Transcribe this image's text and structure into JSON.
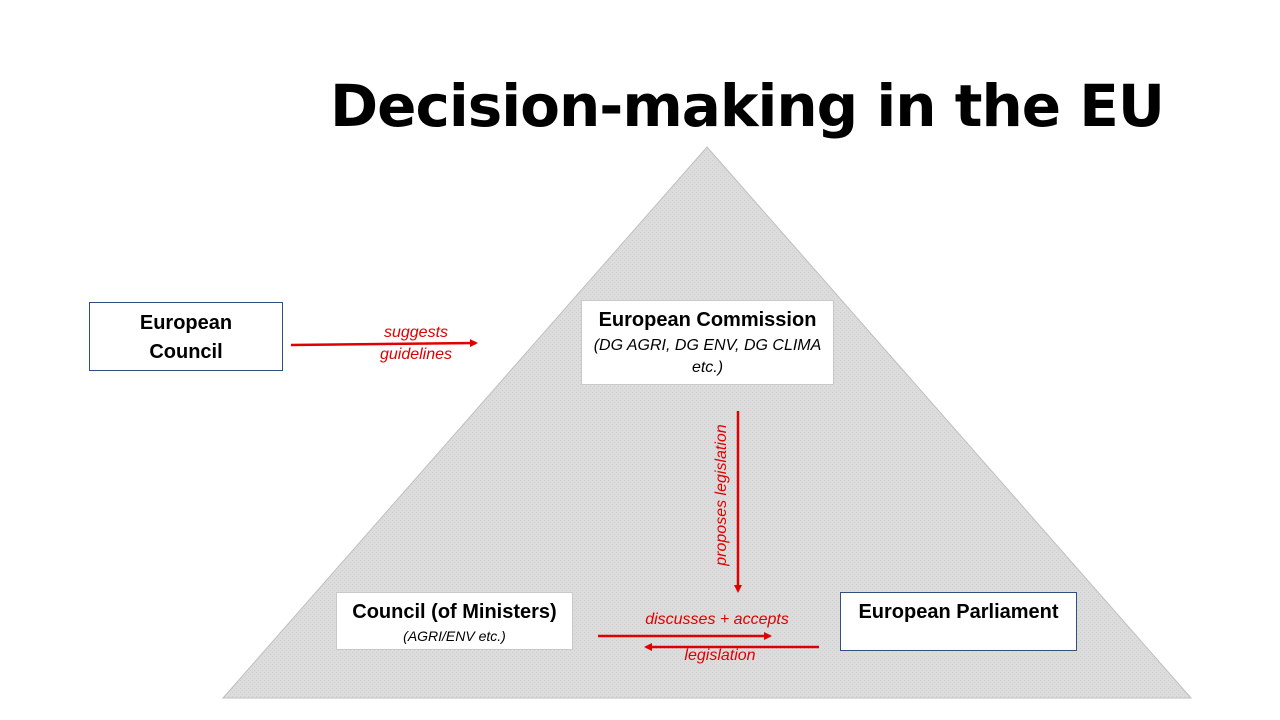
{
  "title": "Decision-making in the EU",
  "colors": {
    "arrow": "#e00000",
    "triangle_fill": "#d9d9d9",
    "box_border": "#2f4f7f"
  },
  "nodes": {
    "european_council": {
      "line1": "European",
      "line2": "Council"
    },
    "commission": {
      "name": "European Commission",
      "sub_line1": "(DG AGRI, DG ENV, DG CLIMA",
      "sub_line2": "etc.)"
    },
    "council_ministers": {
      "name": "Council (of Ministers)",
      "sub": "(AGRI/ENV etc.)"
    },
    "parliament": {
      "name": "European Parliament"
    }
  },
  "edges": {
    "suggests": {
      "line1": "suggests",
      "line2": "guidelines"
    },
    "proposes": {
      "label": "proposes legislation"
    },
    "discusses": {
      "line1": "discusses + accepts",
      "line2": "legislation"
    }
  }
}
